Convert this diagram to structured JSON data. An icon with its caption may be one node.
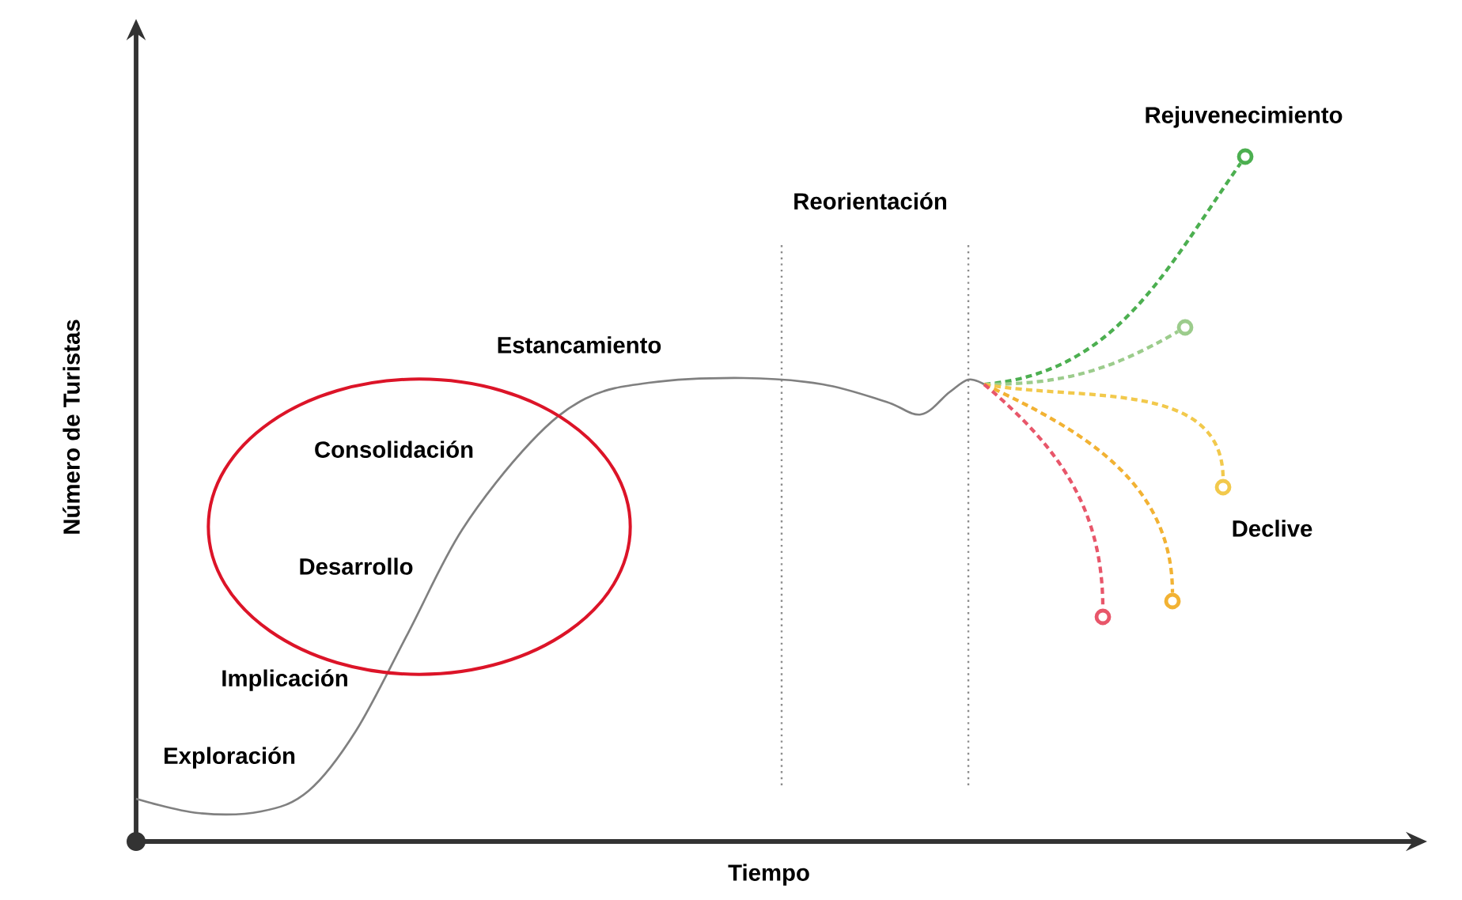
{
  "diagram": {
    "nodes": [
      {
        "text": [
          "Consolidación",
          "Desarrollo"
        ]
      },
      {
        "text": [],
        "shape": "circle"
      },
      {
        "text": [],
        "shape": "circle"
      },
      {
        "text": [],
        "shape": "circle"
      },
      {
        "text": [],
        "shape": "circle"
      },
      {
        "text": [],
        "shape": "circle"
      }
    ],
    "edges": [
      {
        "from": null,
        "to": 1,
        "arrow": "none",
        "style": "dashed",
        "color": "#4caf50"
      },
      {
        "from": null,
        "to": 2,
        "arrow": "none",
        "style": "dashed",
        "color": "#9ccc8c"
      },
      {
        "from": null,
        "to": 3,
        "arrow": "none",
        "style": "dashed",
        "color": "#f2c94c"
      },
      {
        "from": null,
        "to": 4,
        "arrow": "none",
        "style": "dashed",
        "color": "#f2b233"
      },
      {
        "from": null,
        "to": 5,
        "arrow": "none",
        "style": "dashed",
        "color": "#e8566a"
      }
    ],
    "labels": [
      "Rejuvenecimiento",
      "Reorientación",
      "Estancamiento",
      "Declive",
      "Implicación",
      "Exploración",
      "Número de Turistas",
      "Tiempo"
    ]
  }
}
